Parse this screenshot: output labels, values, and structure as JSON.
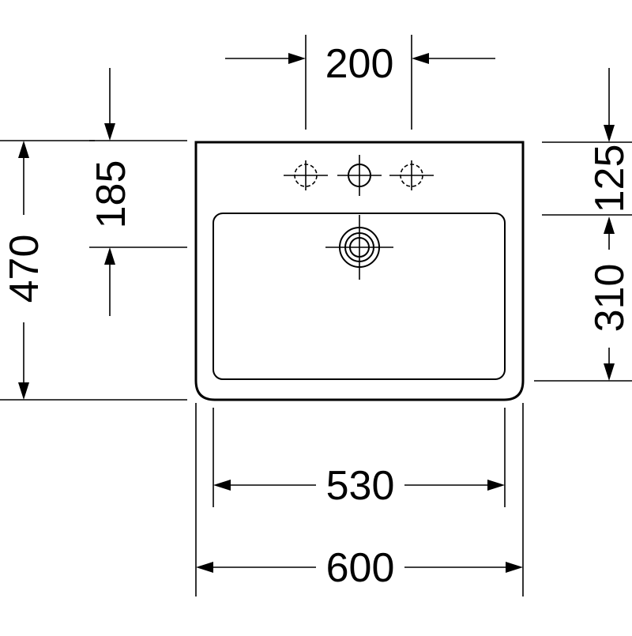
{
  "dimensions": {
    "tap_spacing": "200",
    "tap_hole_depth": "185",
    "overall_depth": "470",
    "rim_to_bowl": "125",
    "bowl_depth": "310",
    "bowl_width": "530",
    "overall_width": "600"
  }
}
